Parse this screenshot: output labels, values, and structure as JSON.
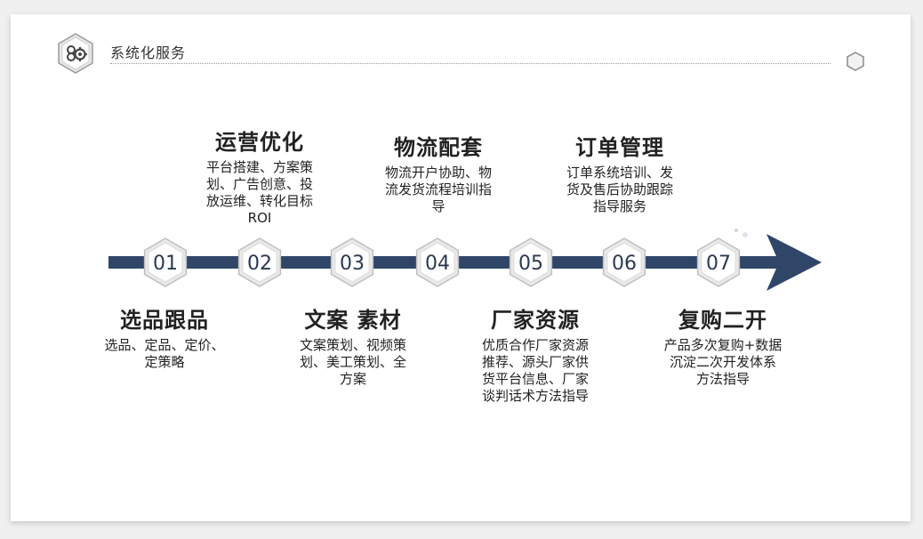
{
  "header": {
    "title": "系统化服务",
    "icon": "gears-icon"
  },
  "colors": {
    "arrow": "#2f4668",
    "hex_border": "#c9c9c9"
  },
  "steps": [
    {
      "num": "01",
      "title": "选品跟品",
      "desc": [
        "选品、定品、定价、",
        "定策略"
      ]
    },
    {
      "num": "02",
      "title": "运营优化",
      "desc": [
        "平台搭建、方案策",
        "划、广告创意、投",
        "放运维、转化目标",
        "ROI"
      ]
    },
    {
      "num": "03",
      "title": "文案 素材",
      "desc": [
        "文案策划、视频策",
        "划、美工策划、全",
        "方案"
      ]
    },
    {
      "num": "04",
      "title": "物流配套",
      "desc": [
        "物流开户协助、物",
        "流发货流程培训指",
        "导"
      ]
    },
    {
      "num": "05",
      "title": "厂家资源",
      "desc": [
        "优质合作厂家资源",
        "推荐、源头厂家供",
        "货平台信息、厂家",
        "谈判话术方法指导"
      ]
    },
    {
      "num": "06",
      "title": "订单管理",
      "desc": [
        "订单系统培训、发",
        "货及售后协助跟踪",
        "指导服务"
      ]
    },
    {
      "num": "07",
      "title": "复购二开",
      "desc": [
        "产品多次复购+数据",
        "沉淀二次开发体系",
        "方法指导"
      ]
    }
  ]
}
